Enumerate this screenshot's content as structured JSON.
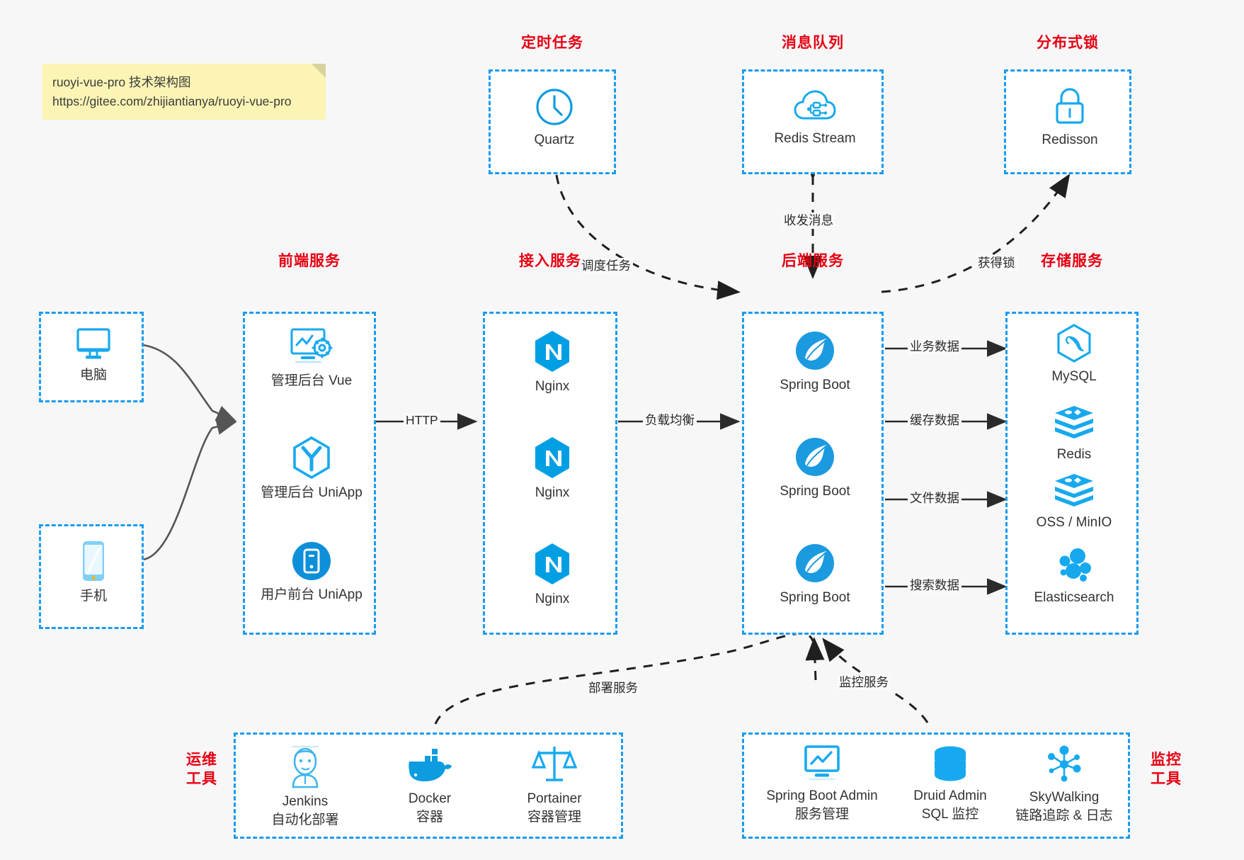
{
  "note": {
    "line1": "ruoyi-vue-pro 技术架构图",
    "line2": "https://gitee.com/zhijiantianya/ruoyi-vue-pro"
  },
  "groups": {
    "scheduler": {
      "title": "定时任务"
    },
    "mq": {
      "title": "消息队列"
    },
    "lock": {
      "title": "分布式锁"
    },
    "frontend": {
      "title": "前端服务"
    },
    "gateway": {
      "title": "接入服务"
    },
    "backend": {
      "title": "后端服务"
    },
    "storage": {
      "title": "存储服务"
    },
    "devops": {
      "title": "运维\n工具",
      "line1": "运维",
      "line2": "工具"
    },
    "monitor": {
      "title": "监控\n工具",
      "line1": "监控",
      "line2": "工具"
    }
  },
  "nodes": {
    "quartz": {
      "label": "Quartz",
      "icon": "clock-icon"
    },
    "redis_stream": {
      "label": "Redis Stream",
      "icon": "cloud-stream-icon"
    },
    "redisson": {
      "label": "Redisson",
      "icon": "lock-icon"
    },
    "pc": {
      "label": "电脑",
      "icon": "desktop-icon"
    },
    "phone": {
      "label": "手机",
      "icon": "mobile-icon"
    },
    "admin_vue": {
      "label": "管理后台 Vue",
      "icon": "dashboard-gear-icon"
    },
    "admin_uniapp": {
      "label": "管理后台 UniApp",
      "icon": "cube-icon"
    },
    "user_uniapp": {
      "label": "用户前台 UniApp",
      "icon": "app-icon"
    },
    "nginx1": {
      "label": "Nginx",
      "icon": "nginx-icon"
    },
    "nginx2": {
      "label": "Nginx",
      "icon": "nginx-icon"
    },
    "nginx3": {
      "label": "Nginx",
      "icon": "nginx-icon"
    },
    "spring1": {
      "label": "Spring Boot",
      "icon": "spring-leaf-icon"
    },
    "spring2": {
      "label": "Spring Boot",
      "icon": "spring-leaf-icon"
    },
    "spring3": {
      "label": "Spring Boot",
      "icon": "spring-leaf-icon"
    },
    "mysql": {
      "label": "MySQL",
      "icon": "mysql-dolphin-icon"
    },
    "redis": {
      "label": "Redis",
      "icon": "redis-stack-icon"
    },
    "oss": {
      "label": "OSS / MinIO",
      "icon": "redis-stack-icon"
    },
    "elasticsearch": {
      "label": "Elasticsearch",
      "icon": "elasticsearch-icon"
    },
    "jenkins": {
      "label": "Jenkins",
      "sublabel": "自动化部署",
      "icon": "jenkins-butler-icon"
    },
    "docker": {
      "label": "Docker",
      "sublabel": "容器",
      "icon": "docker-whale-icon"
    },
    "portainer": {
      "label": "Portainer",
      "sublabel": "容器管理",
      "icon": "scales-icon"
    },
    "sba": {
      "label": "Spring Boot Admin",
      "sublabel": "服务管理",
      "icon": "monitor-chart-icon"
    },
    "druid": {
      "label": "Druid Admin",
      "sublabel": "SQL 监控",
      "icon": "database-icon"
    },
    "skywalking": {
      "label": "SkyWalking",
      "sublabel": "链路追踪 & 日志",
      "icon": "network-nodes-icon"
    }
  },
  "edges": {
    "schedule_task": "调度任务",
    "send_receive_message": "收发消息",
    "acquire_lock": "获得锁",
    "http": "HTTP",
    "load_balance": "负载均衡",
    "business_data": "业务数据",
    "cache_data": "缓存数据",
    "file_data": "文件数据",
    "search_data": "搜索数据",
    "deploy_service": "部署服务",
    "monitor_service": "监控服务"
  },
  "colors": {
    "accent_blue": "#1a9bf0",
    "title_red": "#e60012",
    "icon_blue": "#0e9be0",
    "wire_gray": "#4d4d4d",
    "note_yellow": "#fbf4b4",
    "canvas": "#f7f7f7"
  }
}
